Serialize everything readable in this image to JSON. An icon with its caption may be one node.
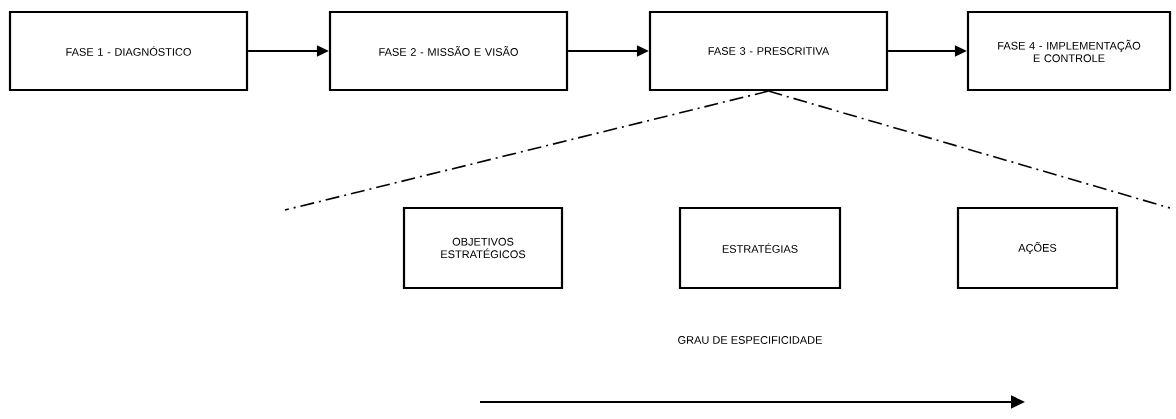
{
  "diagram": {
    "nodes": [
      {
        "text": [
          "FASE 1 - DIAGNÓSTICO"
        ]
      },
      {
        "text": [
          "FASE 2 - MISSÃO E VISÃO"
        ]
      },
      {
        "text": [
          "FASE 3 - PRESCRITIVA"
        ]
      },
      {
        "text": [
          "FASE 4 - IMPLEMENTAÇÃO E CONTROLE"
        ]
      },
      {
        "text": [
          "OBJETIVOS ESTRATÉGICOS"
        ]
      },
      {
        "text": [
          "ESTRATÉGIAS"
        ]
      },
      {
        "text": [
          "AÇÕES"
        ]
      }
    ],
    "edges": [
      {
        "from": 0,
        "to": 1,
        "arrow": "to"
      },
      {
        "from": 1,
        "to": 2,
        "arrow": "to"
      },
      {
        "from": 2,
        "to": 3,
        "arrow": "to"
      },
      {
        "from": 2,
        "to": null,
        "arrow": "none",
        "style": "dashed"
      },
      {
        "from": 2,
        "to": null,
        "arrow": "none",
        "style": "dashed"
      }
    ],
    "labels": [
      "GRAU DE ESPECIFICIDADE"
    ]
  }
}
